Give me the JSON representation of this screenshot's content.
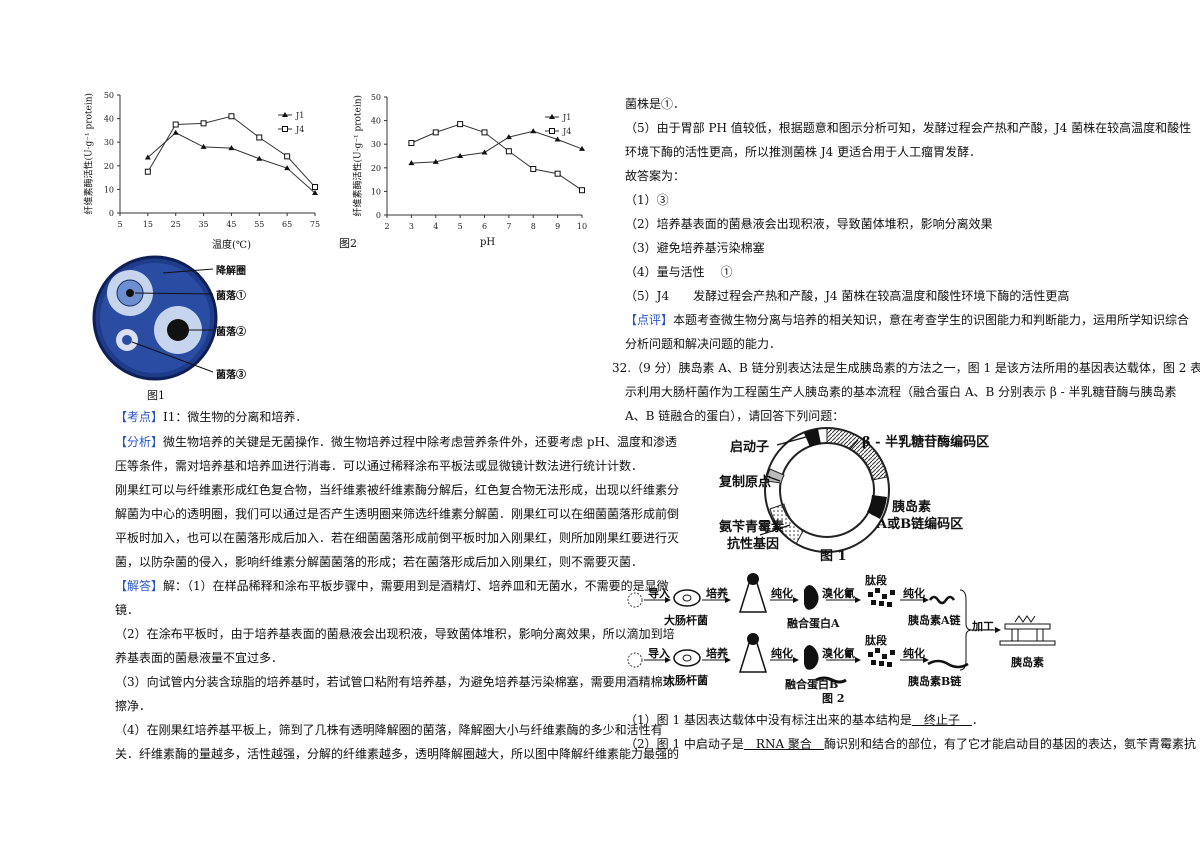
{
  "chart1": {
    "ylabel": "纤维素酶活性(U·g⁻¹ protein)",
    "xlabel": "温度(℃)",
    "legend": [
      "J1",
      "J4"
    ]
  },
  "chart2": {
    "ylabel": "纤维素酶活性(U·g⁻¹ protein)",
    "xlabel": "pH",
    "fig": "图2",
    "legend": [
      "J1",
      "J4"
    ]
  },
  "chart_data": [
    {
      "type": "line",
      "x": [
        15,
        25,
        35,
        45,
        55,
        65,
        75
      ],
      "xticks": [
        5,
        15,
        25,
        35,
        45,
        55,
        65,
        75
      ],
      "yticks": [
        0,
        10,
        20,
        30,
        40,
        50
      ],
      "xlim": [
        5,
        75
      ],
      "ylim": [
        0,
        50
      ],
      "xlabel": "温度(℃)",
      "ylabel": "纤维素酶活性(U·g⁻¹ protein)",
      "series": [
        {
          "name": "J1",
          "marker": "triangle",
          "values": [
            23.5,
            34,
            28,
            27.5,
            23,
            19,
            8.5
          ]
        },
        {
          "name": "J4",
          "marker": "square",
          "values": [
            17.5,
            37.5,
            38,
            41,
            32,
            24,
            11
          ]
        }
      ]
    },
    {
      "type": "line",
      "x": [
        3,
        4,
        5,
        6,
        7,
        8,
        9,
        10
      ],
      "xticks": [
        2,
        3,
        4,
        5,
        6,
        7,
        8,
        9,
        10
      ],
      "yticks": [
        0,
        10,
        20,
        30,
        40,
        50
      ],
      "xlim": [
        2,
        10
      ],
      "ylim": [
        0,
        50
      ],
      "xlabel": "pH",
      "ylabel": "纤维素酶活性(U·g⁻¹ protein)",
      "series": [
        {
          "name": "J1",
          "marker": "triangle",
          "values": [
            22,
            22.5,
            25,
            26.5,
            33,
            35.5,
            32,
            28
          ]
        },
        {
          "name": "J4",
          "marker": "square",
          "values": [
            30.5,
            35,
            38.5,
            35,
            27,
            19.5,
            17.5,
            10.5
          ]
        }
      ]
    }
  ],
  "fig1_left": {
    "labels": [
      "降解圈",
      "菌落①",
      "菌落②",
      "菌落③"
    ],
    "caption": "图1"
  },
  "left_text": {
    "kaodian_tag": "【考点】",
    "kaodian": "I1：微生物的分离和培养．",
    "fenxi_tag": "【分析】",
    "fenxi_1": "微生物培养的关键是无菌操作．微生物培养过程中除考虑营养条件外，还要考虑 pH、温度和渗透",
    "fenxi_2": "压等条件，需对培养基和培养皿进行消毒．可以通过稀释涂布平板法或显微镜计数法进行统计计数．",
    "p1": "刚果红可以与纤维素形成红色复合物，当纤维素被纤维素酶分解后，红色复合物无法形成，出现以纤维素分",
    "p2": "解菌为中心的透明圈，我们可以通过是否产生透明圈来筛选纤维素分解菌．刚果红可以在细菌菌落形成前倒",
    "p3": "平板时加入，也可以在菌落形成后加入．若在细菌菌落形成前倒平板时加入刚果红，则所加刚果红要进行灭",
    "p4": "菌，以防杂菌的侵入，影响纤维素分解菌菌落的形成；若在菌落形成后加入刚果红，则不需要灭菌．",
    "jieda_tag": "【解答】",
    "jieda_1": "解：（1）在样品稀释和涂布平板步骤中，需要用到是酒精灯、培养皿和无菌水，不需要的是显微",
    "jieda_2": "镜．",
    "a2_1": "（2）在涂布平板时，由于培养基表面的菌悬液会出现积液，导致菌体堆积，影响分离效果，所以滴加到培",
    "a2_2": "养基表面的菌悬液量不宜过多．",
    "a3_1": "（3）向试管内分装含琼脂的培养基时，若试管口粘附有培养基，为避免培养基污染棉塞，需要用酒精棉球",
    "a3_2": "擦净．",
    "a4_1": "（4）在刚果红培养基平板上，筛到了几株有透明降解圈的菌落，降解圈大小与纤维素酶的多少和活性有",
    "a4_2": "关．纤维素酶的量越多，活性越强，分解的纤维素越多，透明降解圈越大，所以图中降解纤维素能力最强的"
  },
  "right_text": {
    "r1": "菌株是①．",
    "r2": "（5）由于胃部 PH 值较低，根据题意和图示分析可知，发酵过程会产热和产酸，J4 菌株在较高温度和酸性",
    "r3": "环境下酶的活性更高，所以推测菌株 J4 更适合用于人工瘤胃发酵．",
    "ans_title": "故答案为：",
    "ans1": "（1）③",
    "ans2": "（2）培养基表面的菌悬液会出现积液，导致菌体堆积，影响分离效果",
    "ans3": "（3）避免培养基污染棉塞",
    "ans4": "（4）量与活性　 ①",
    "ans5": "（5）J4　　发酵过程会产热和产酸，J4 菌株在较高温度和酸性环境下酶的活性更高",
    "dianping_tag": "【点评】",
    "dianping_1": "本题考查微生物分离与培养的相关知识，意在考查学生的识图能力和判断能力，运用所学知识综合",
    "dianping_2": "分析问题和解决问题的能力．",
    "q32_1": "32.（9 分）胰岛素 A、B 链分别表达法是生成胰岛素的方法之一，图 1 是该方法所用的基因表达载体，图 2 表",
    "q32_2": "示利用大肠杆菌作为工程菌生产人胰岛素的基本流程（融合蛋白 A、B 分别表示 β - 半乳糖苷酶与胰岛素",
    "q32_3": "A、B 链融合的蛋白），请回答下列问题：",
    "sub1_pre": "（1）图 1 基因表达载体中没有标注出来的基本结构是",
    "sub1_ans": "　终止子　",
    "sub1_post": "．",
    "sub2_pre": "（2）图 1 中启动子是",
    "sub2_ans": "　RNA 聚合　",
    "sub2_post": "酶识别和结合的部位，有了它才能启动目的基因的表达，氨苄青霉素抗"
  },
  "plasmid": {
    "promoter": "启动子",
    "galactosidase": "β - 半乳糖苷酶编码区",
    "origin": "复制原点",
    "insulin_1": "胰岛素",
    "insulin_2": "A或B链编码区",
    "amp_1": "氨苄青霉素",
    "amp_2": "抗性基因",
    "caption": "图 1"
  },
  "flow": {
    "import": "导入",
    "ecoli": "大肠杆菌",
    "culture": "培养",
    "purify": "纯化",
    "fusion_a": "融合蛋白A",
    "fusion_b": "融合蛋白B",
    "cnbr": "溴化氰",
    "peptide": "肽段",
    "chain_a": "胰岛素A链",
    "chain_b": "胰岛素B链",
    "process": "加工",
    "insulin": "胰岛素",
    "caption": "图 2"
  },
  "colors": {
    "tag": "#2a54c5"
  }
}
